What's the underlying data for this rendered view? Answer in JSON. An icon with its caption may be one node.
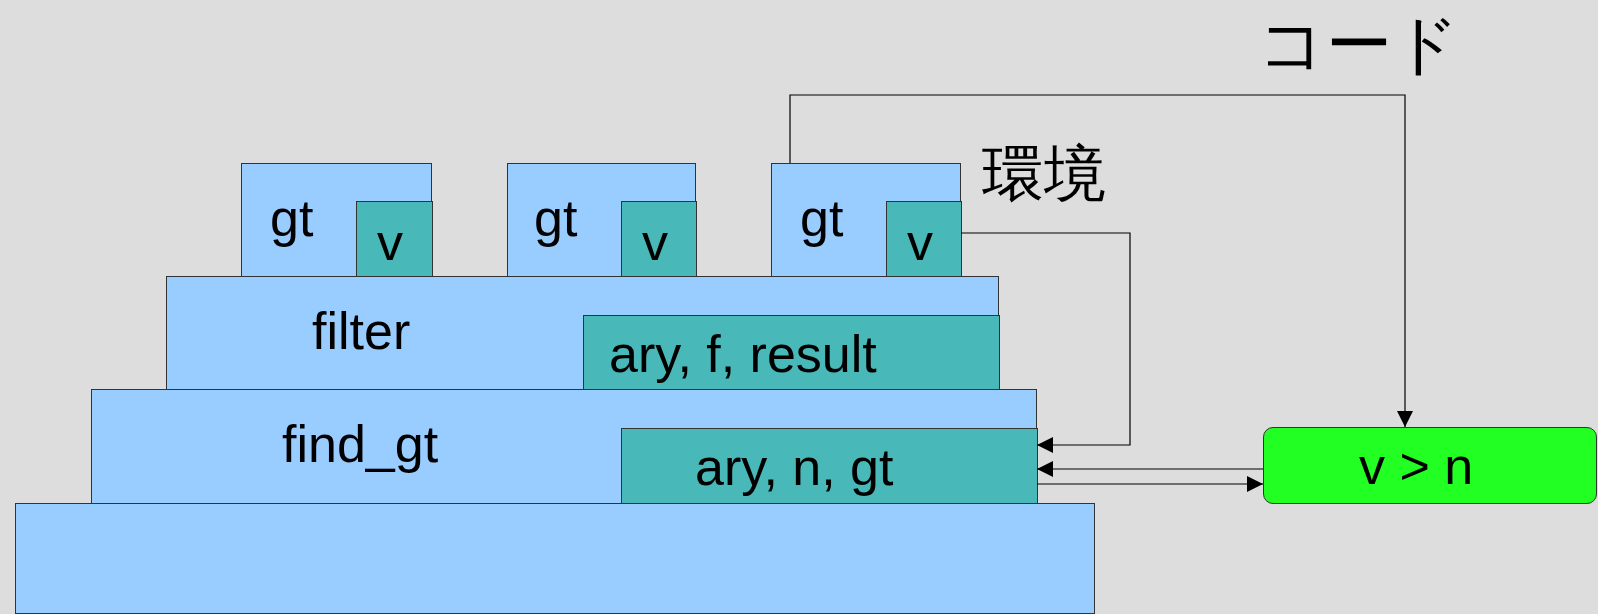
{
  "diagram": {
    "nodes": [
      {
        "text": [
          "gt"
        ]
      },
      {
        "text": [
          "v"
        ],
        "in": 0
      },
      {
        "text": [
          "gt"
        ]
      },
      {
        "text": [
          "v"
        ],
        "in": 2
      },
      {
        "text": [
          "gt"
        ]
      },
      {
        "text": [
          "v"
        ],
        "in": 4
      },
      {
        "text": [
          "filter"
        ]
      },
      {
        "text": [
          "ary, f, result"
        ],
        "in": 6
      },
      {
        "text": [
          "find_gt"
        ]
      },
      {
        "text": [
          "ary, n, gt"
        ],
        "in": 8
      },
      {
        "text": [],
        "shape": "box"
      },
      {
        "text": [
          "v > n"
        ]
      }
    ],
    "edges": [
      {
        "from": 4,
        "to": 11,
        "arrow": "to"
      },
      {
        "from": 5,
        "to": 9,
        "arrow": "to"
      },
      {
        "from": 11,
        "to": 9,
        "arrow": "to"
      },
      {
        "from": 9,
        "to": 11,
        "arrow": "to"
      }
    ],
    "labels": [
      "コード",
      "環境"
    ]
  }
}
